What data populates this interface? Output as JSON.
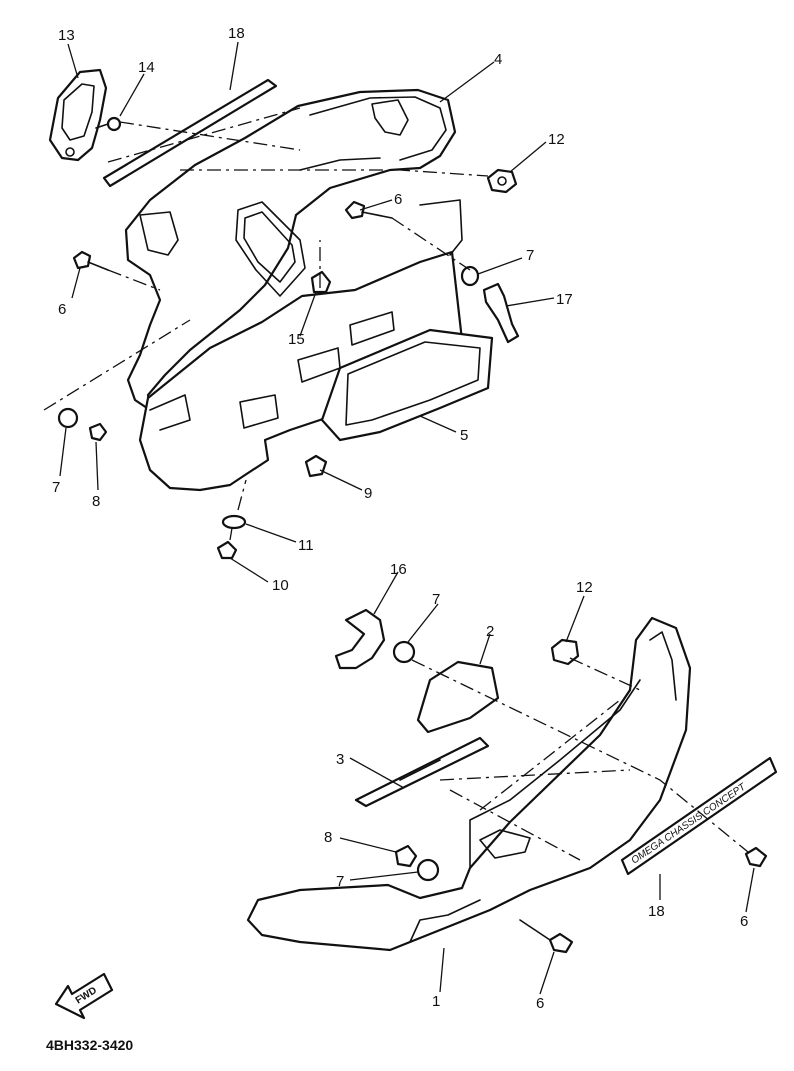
{
  "diagram": {
    "title_code": "4BH332-3420",
    "fwd_label": "FWD",
    "emblem_text": "OMEGA CHASSIS CONCEPT",
    "callouts": {
      "c1": "1",
      "c2": "2",
      "c3": "3",
      "c4": "4",
      "c5": "5",
      "c6a": "6",
      "c6b": "6",
      "c6c": "6",
      "c6d": "6",
      "c7a": "7",
      "c7b": "7",
      "c7c": "7",
      "c7d": "7",
      "c8a": "8",
      "c8b": "8",
      "c9": "9",
      "c10": "10",
      "c11": "11",
      "c12a": "12",
      "c12b": "12",
      "c13": "13",
      "c14": "14",
      "c15": "15",
      "c16": "16",
      "c17": "17",
      "c18a": "18",
      "c18b": "18"
    }
  }
}
